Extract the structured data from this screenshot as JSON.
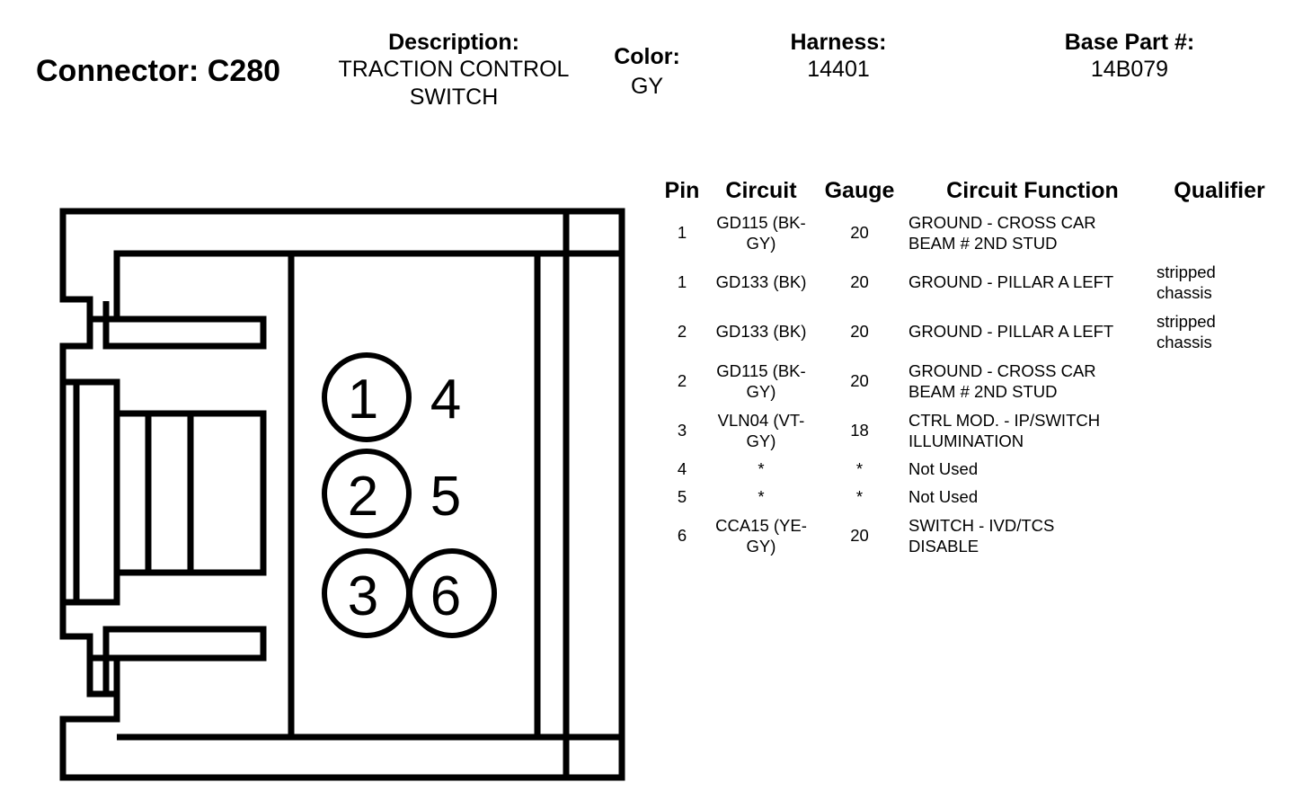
{
  "connector": {
    "label": "Connector: C280"
  },
  "description": {
    "label": "Description:",
    "line1": "TRACTION CONTROL",
    "line2": "SWITCH"
  },
  "color": {
    "label": "Color:",
    "value": "GY"
  },
  "harness": {
    "label": "Harness:",
    "value": "14401"
  },
  "base_part": {
    "label": "Base Part #:",
    "value": "14B079"
  },
  "diagram": {
    "pins": [
      "1",
      "2",
      "3",
      "4",
      "5",
      "6"
    ]
  },
  "table": {
    "headers": [
      "Pin",
      "Circuit",
      "Gauge",
      "Circuit Function",
      "Qualifier"
    ],
    "rows": [
      {
        "pin": "1",
        "circuit1": "GD115 (BK-",
        "circuit2": "GY)",
        "gauge": "20",
        "func1": "GROUND - CROSS CAR",
        "func2": "BEAM # 2ND STUD",
        "qual1": "",
        "qual2": ""
      },
      {
        "pin": "1",
        "circuit1": "GD133 (BK)",
        "circuit2": "",
        "gauge": "20",
        "func1": "GROUND - PILLAR A LEFT",
        "func2": "",
        "qual1": "stripped",
        "qual2": "chassis"
      },
      {
        "pin": "2",
        "circuit1": "GD133 (BK)",
        "circuit2": "",
        "gauge": "20",
        "func1": "GROUND - PILLAR A LEFT",
        "func2": "",
        "qual1": "stripped",
        "qual2": "chassis"
      },
      {
        "pin": "2",
        "circuit1": "GD115 (BK-",
        "circuit2": "GY)",
        "gauge": "20",
        "func1": "GROUND - CROSS CAR",
        "func2": "BEAM # 2ND STUD",
        "qual1": "",
        "qual2": ""
      },
      {
        "pin": "3",
        "circuit1": "VLN04 (VT-",
        "circuit2": "GY)",
        "gauge": "18",
        "func1": "CTRL MOD. - IP/SWITCH",
        "func2": "ILLUMINATION",
        "qual1": "",
        "qual2": ""
      },
      {
        "pin": "4",
        "circuit1": "*",
        "circuit2": "",
        "gauge": "*",
        "func1": "Not Used",
        "func2": "",
        "qual1": "",
        "qual2": ""
      },
      {
        "pin": "5",
        "circuit1": "*",
        "circuit2": "",
        "gauge": "*",
        "func1": "Not Used",
        "func2": "",
        "qual1": "",
        "qual2": ""
      },
      {
        "pin": "6",
        "circuit1": "CCA15 (YE-",
        "circuit2": "GY)",
        "gauge": "20",
        "func1": "SWITCH - IVD/TCS",
        "func2": "DISABLE",
        "qual1": "",
        "qual2": ""
      }
    ]
  }
}
